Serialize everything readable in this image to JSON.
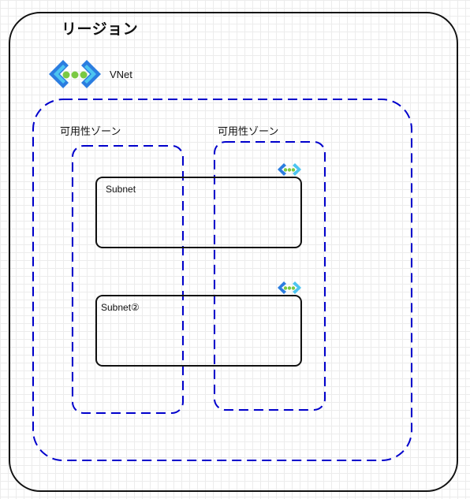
{
  "region": {
    "label": "リージョン",
    "border_color": "#111111"
  },
  "vnet": {
    "label": "VNet",
    "icon": "vnet-icon",
    "boundary_color": "#0000cc"
  },
  "availability_zones": [
    {
      "label": "可用性ゾーン"
    },
    {
      "label": "可用性ゾーン"
    }
  ],
  "subnets": [
    {
      "label": "Subnet",
      "icon": "vnet-peering-icon"
    },
    {
      "label": "Subnet②",
      "icon": "vnet-peering-icon"
    }
  ],
  "icon_colors": {
    "bracket_dark": "#2b7de0",
    "bracket_light": "#4cc4f0",
    "dots": "#7ac943"
  }
}
